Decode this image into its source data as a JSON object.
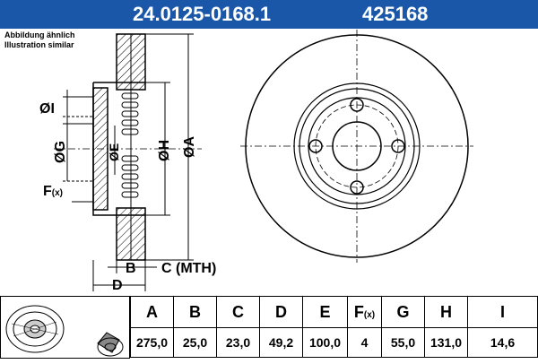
{
  "header": {
    "part_number": "24.0125-0168.1",
    "ref_number": "425168"
  },
  "note": {
    "line1": "Abbildung ähnlich",
    "line2": "Illustration similar"
  },
  "drawing": {
    "labels": {
      "i": "ØI",
      "g": "ØG",
      "e": "ØE",
      "h": "ØH",
      "a": "ØA",
      "f": "F",
      "f_sub": "(x)",
      "b": "B",
      "c": "C (MTH)",
      "d": "D"
    }
  },
  "specs": {
    "headers": [
      "A",
      "B",
      "C",
      "D",
      "E",
      "F",
      "G",
      "H",
      "I"
    ],
    "f_sub": "(x)",
    "values": [
      "275,0",
      "25,0",
      "23,0",
      "49,2",
      "100,0",
      "4",
      "55,0",
      "131,0",
      "14,6"
    ]
  },
  "colors": {
    "header_bg": "#1a57a8",
    "header_text": "#ffffff",
    "line": "#000000"
  }
}
